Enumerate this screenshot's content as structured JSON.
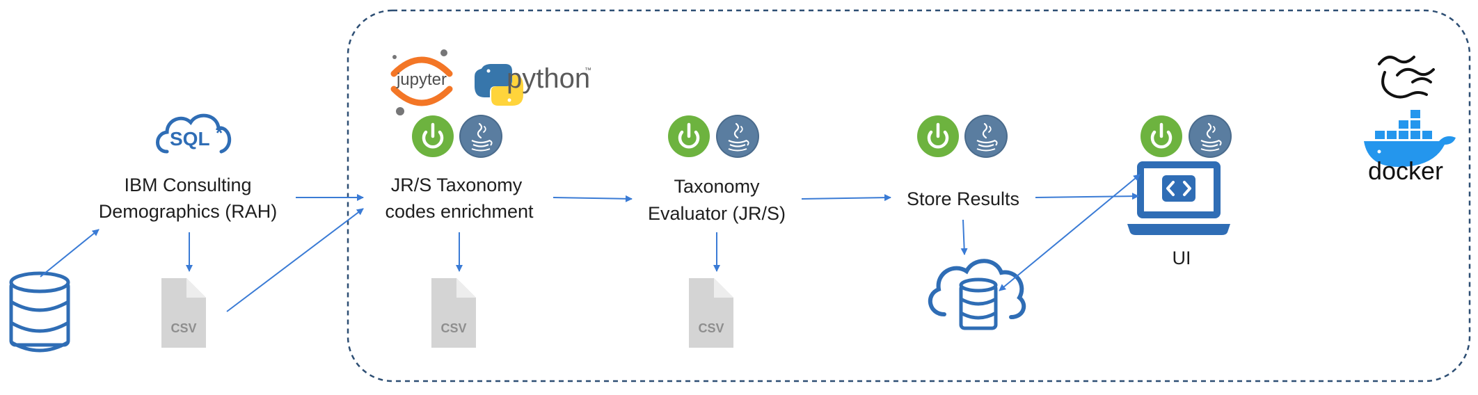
{
  "nodes": {
    "source": {
      "line1": "IBM Consulting",
      "line2": "Demographics (RAH)",
      "sql_badge": "SQL",
      "sql_star": "*"
    },
    "enrichment": {
      "line1": "JR/S Taxonomy",
      "line2": "codes enrichment"
    },
    "evaluator": {
      "line1": "Taxonomy",
      "line2": "Evaluator (JR/S)"
    },
    "store": {
      "line1": "Store Results"
    },
    "ui": {
      "line1": "UI"
    }
  },
  "file_icons": [
    "CSV",
    "CSV",
    "CSV"
  ],
  "logos": {
    "jupyter": "jupyter",
    "python": "python",
    "python_tm": "™",
    "docker": "docker"
  },
  "icons": {
    "source_db": "database-icon",
    "sql": "sql-cloud-icon",
    "spring": "spring-boot-icon",
    "java": "java-icon",
    "cloud_db": "cloud-database-icon",
    "laptop": "laptop-code-icon",
    "kubernetes": "waves-icon",
    "docker": "docker-whale-icon"
  },
  "colors": {
    "arrow": "#3a7bd5",
    "container_border": "#2d4e73",
    "spring_green": "#6db33f",
    "java_blue": "#4a6b8c",
    "file_gray": "#d4d4d4",
    "icon_blue": "#2f6db5",
    "jupyter_orange": "#f37626",
    "python_blue": "#3776ab",
    "python_yellow": "#ffd43b",
    "docker_blue": "#2496ed"
  }
}
